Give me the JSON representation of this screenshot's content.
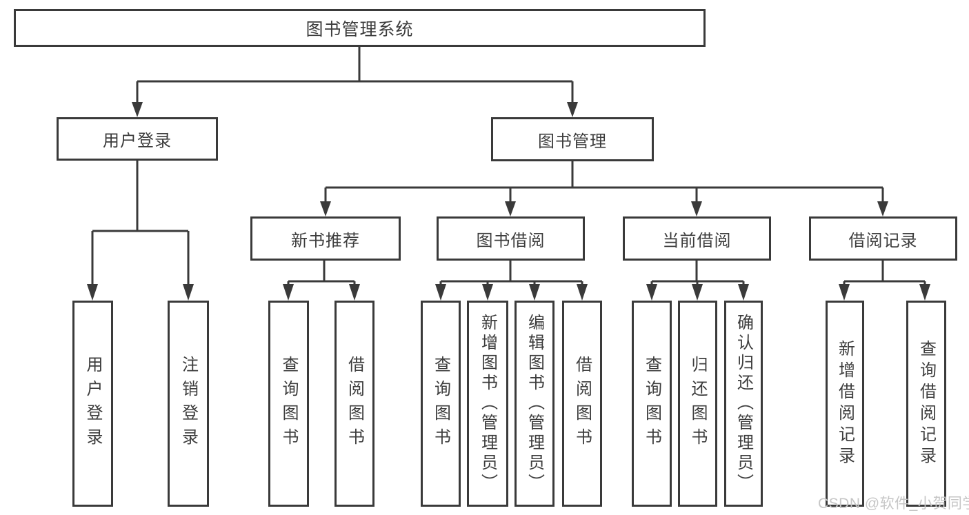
{
  "tree": {
    "label": "图书管理系统",
    "children": [
      {
        "label": "用户登录",
        "children": [
          {
            "label": "用户登录"
          },
          {
            "label": "注销登录"
          }
        ]
      },
      {
        "label": "图书管理",
        "children": [
          {
            "label": "新书推荐",
            "children": [
              {
                "label": "查询图书"
              },
              {
                "label": "借阅图书"
              }
            ]
          },
          {
            "label": "图书借阅",
            "children": [
              {
                "label": "查询图书"
              },
              {
                "label": "新增图书（管理员）"
              },
              {
                "label": "编辑图书（管理员）"
              },
              {
                "label": "借阅图书"
              }
            ]
          },
          {
            "label": "当前借阅",
            "children": [
              {
                "label": "查询图书"
              },
              {
                "label": "归还图书"
              },
              {
                "label": "确认归还（管理员）"
              }
            ]
          },
          {
            "label": "借阅记录",
            "children": [
              {
                "label": "新增借阅记录"
              },
              {
                "label": "查询借阅记录"
              }
            ]
          }
        ]
      }
    ]
  },
  "watermark": {
    "text": "CSDN @软件_小贺同学"
  },
  "colors": {
    "line": "#3a3a3a",
    "text": "#3d3d3d",
    "box_background": "#ffffff",
    "watermark": "#c6c6c6",
    "page_background": "#ffffff"
  }
}
